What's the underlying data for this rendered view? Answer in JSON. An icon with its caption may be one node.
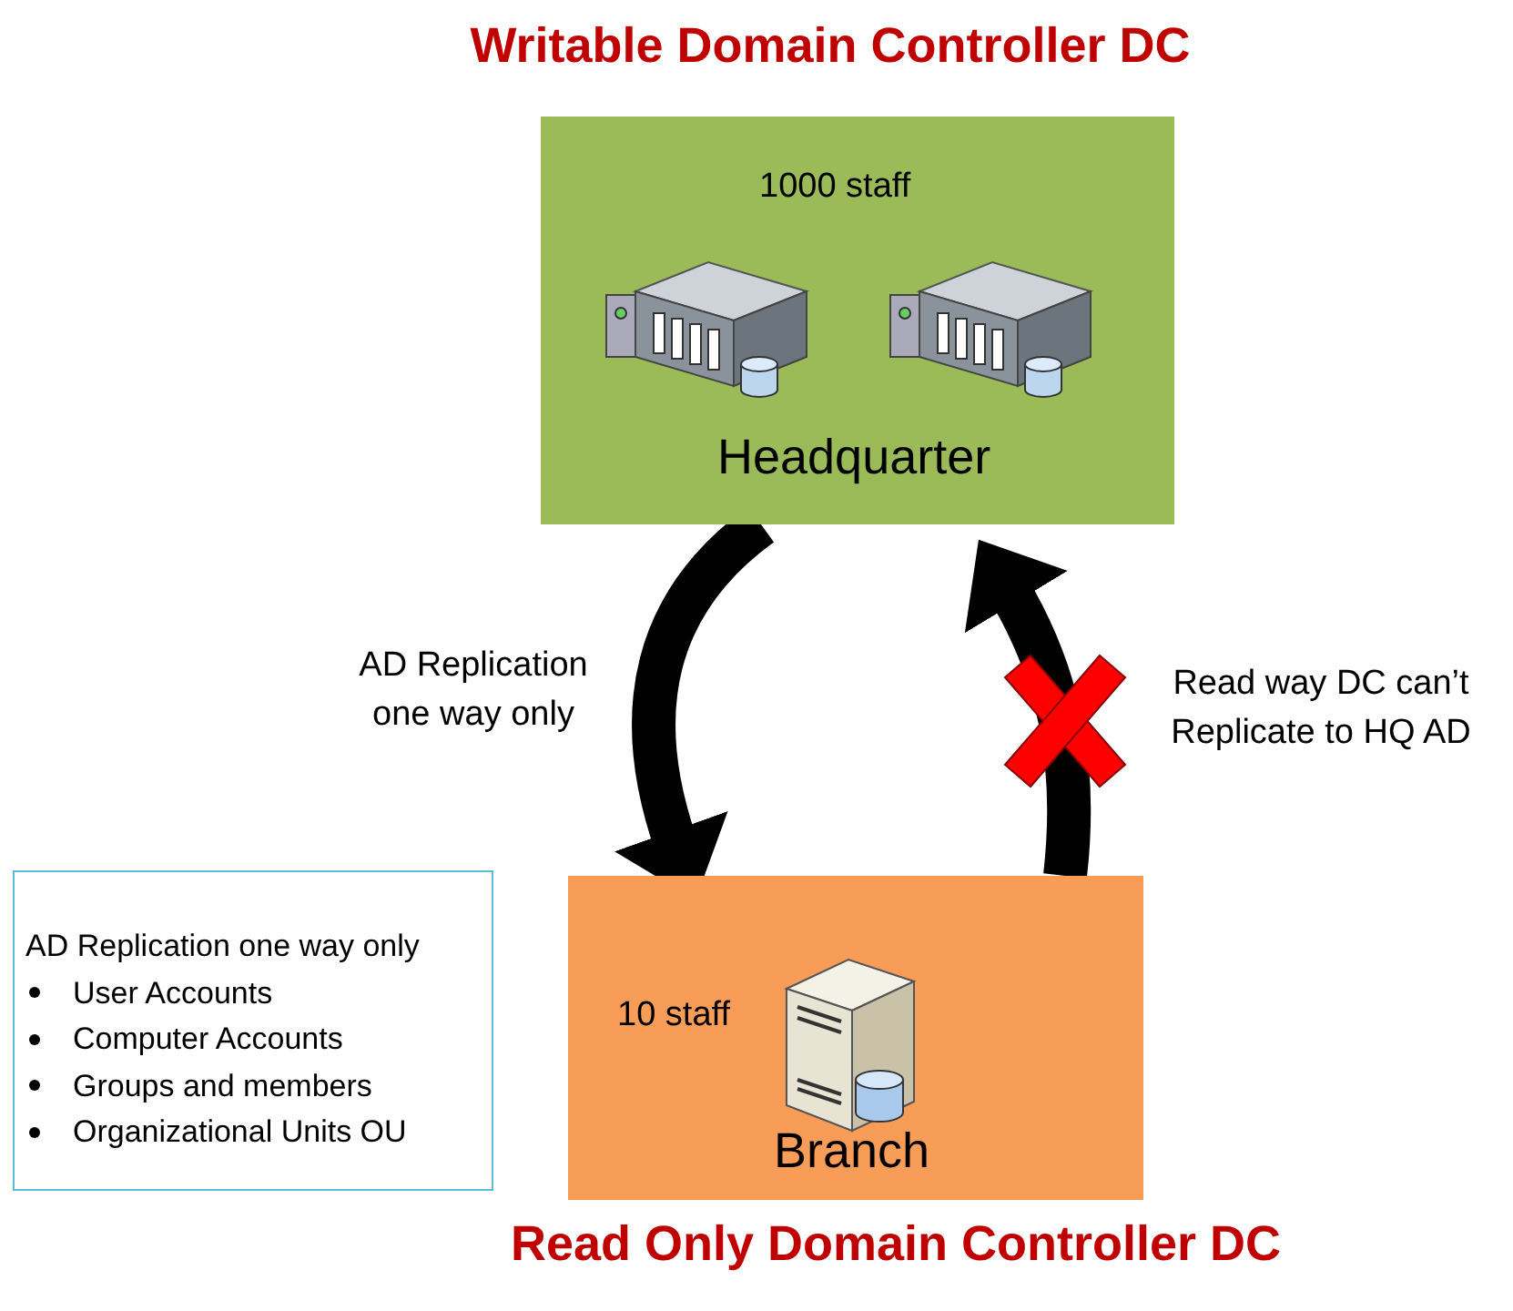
{
  "diagram": {
    "nodes": [
      {
        "text": [
          "1000 staff",
          "Headquarter"
        ],
        "beside": [
          "Writable Domain Controller DC"
        ]
      },
      {
        "text": [
          "10 staff",
          "Branch"
        ],
        "beside": [
          "Read Only Domain Controller DC"
        ]
      },
      {
        "text": [
          "AD Replication one way only",
          "User Accounts",
          "Computer Accounts",
          "Groups and members",
          "Organizational Units OU"
        ]
      }
    ],
    "edges": [
      {
        "from": 0,
        "to": 1,
        "arrow": "to",
        "label": "AD Replication one way only"
      },
      {
        "from": 1,
        "to": 0,
        "arrow": "to",
        "label": "Read way DC can’t Replicate to HQ AD"
      }
    ]
  }
}
